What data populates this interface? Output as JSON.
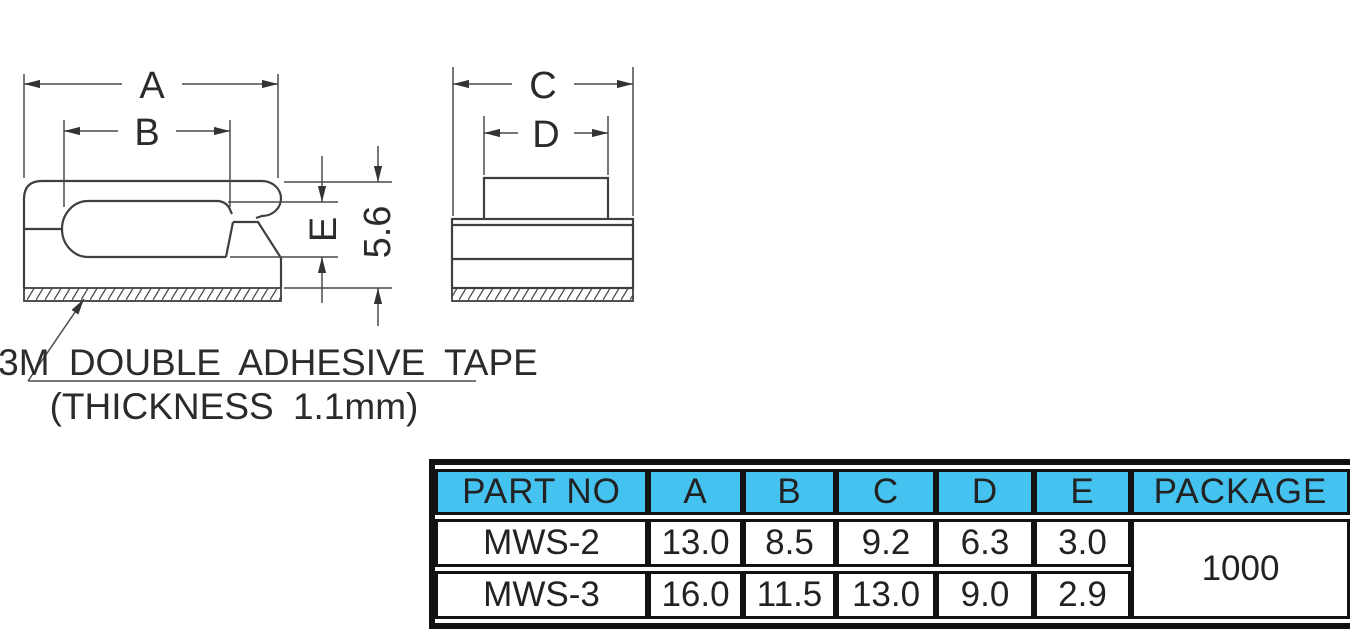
{
  "colors": {
    "header_bg": "#45C3F0",
    "line": "#4a4a4a",
    "text": "#2b2b2b"
  },
  "drawing": {
    "front_view": {
      "dim_overall_width": "A",
      "dim_slot_width": "B",
      "dim_slot_height": "E",
      "dim_total_height": "5.6"
    },
    "side_view": {
      "dim_overall_width": "C",
      "dim_top_width": "D"
    },
    "note": {
      "line1": "3M DOUBLE ADHESIVE TAPE",
      "line2": "(THICKNESS 1.1mm)"
    }
  },
  "table": {
    "headers": [
      "PART NO",
      "A",
      "B",
      "C",
      "D",
      "E",
      "PACKAGE"
    ],
    "rows": [
      [
        "MWS-2",
        "13.0",
        "8.5",
        "9.2",
        "6.3",
        "3.0"
      ],
      [
        "MWS-3",
        "16.0",
        "11.5",
        "13.0",
        "9.0",
        "2.9"
      ]
    ],
    "package_qty": "1000"
  }
}
